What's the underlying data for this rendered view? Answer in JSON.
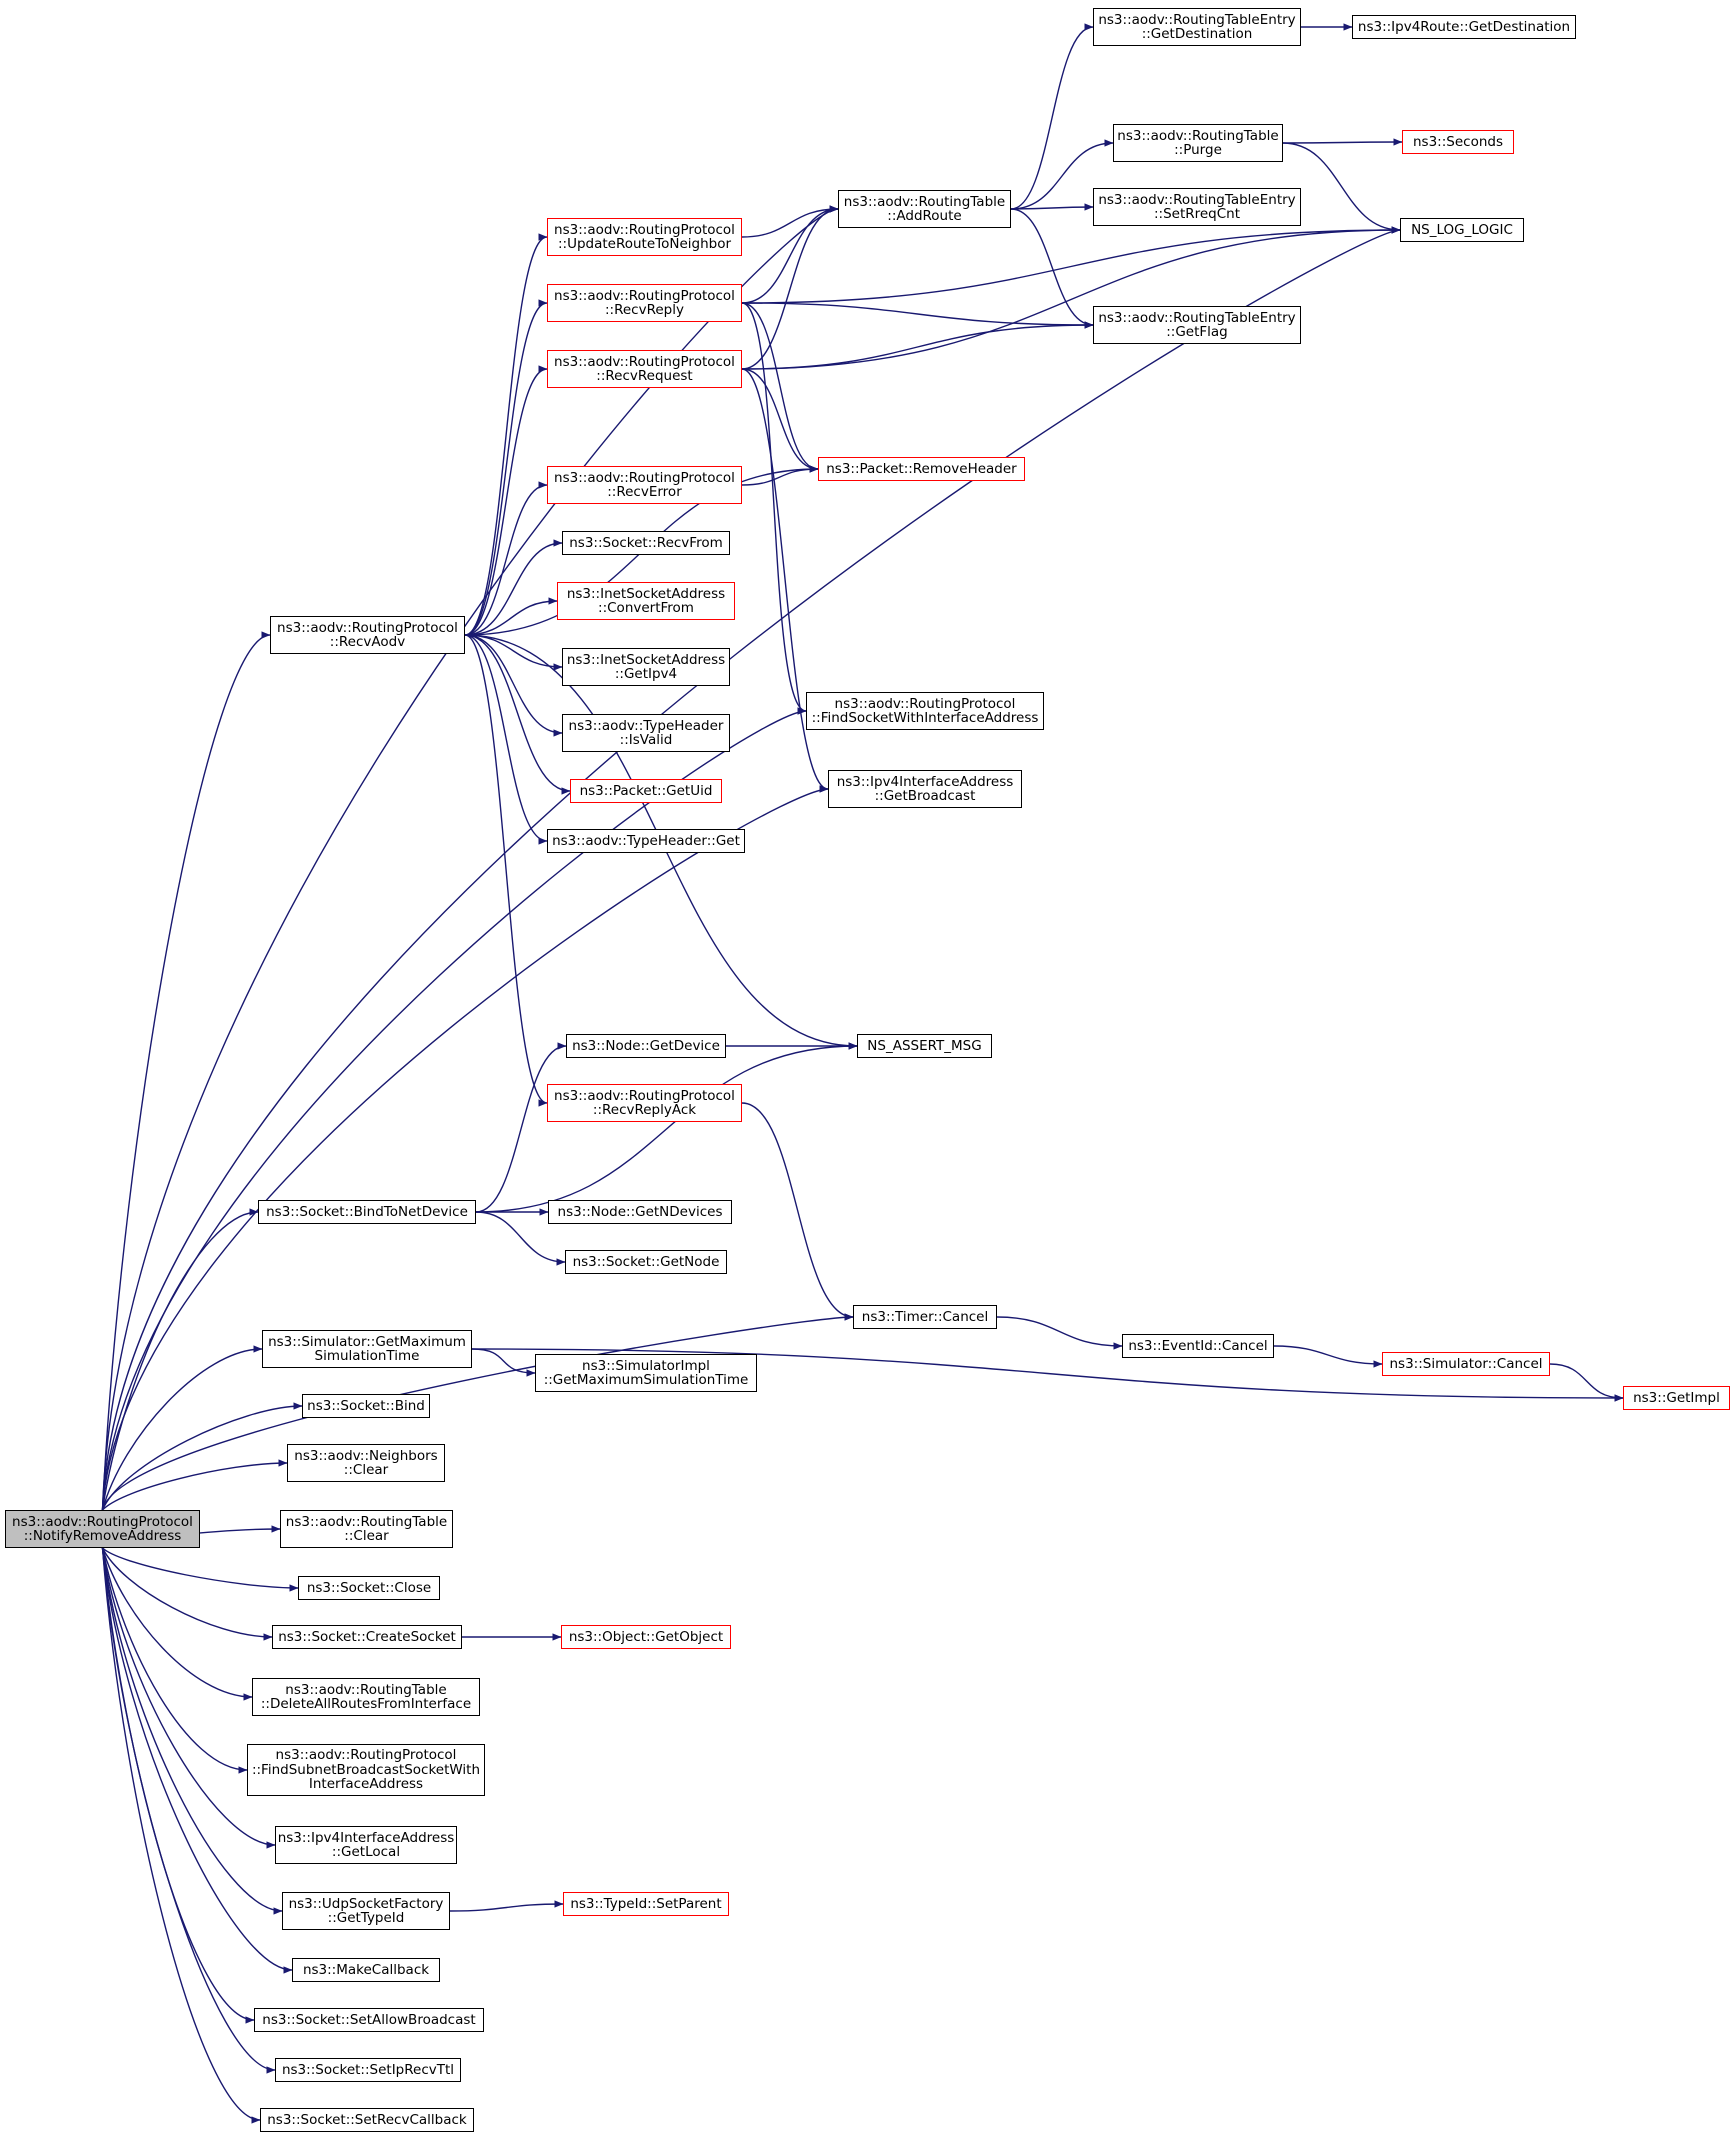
{
  "graph": {
    "colors": {
      "edge": "#191970",
      "border": "#000000",
      "incomplete_border": "#ff0000",
      "root_fill": "#bfbfbf",
      "background": "#ffffff"
    },
    "nodes": [
      {
        "id": "root",
        "lines": [
          "ns3::aodv::RoutingProtocol",
          "::NotifyRemoveAddress"
        ],
        "style": "root"
      },
      {
        "id": "recvAodv",
        "lines": [
          "ns3::aodv::RoutingProtocol",
          "::RecvAodv"
        ],
        "style": "normal"
      },
      {
        "id": "bindToNetDevice",
        "lines": [
          "ns3::Socket::BindToNetDevice"
        ],
        "style": "normal"
      },
      {
        "id": "getMaxSimTime",
        "lines": [
          "ns3::Simulator::GetMaximum",
          "SimulationTime"
        ],
        "style": "normal"
      },
      {
        "id": "socketBind",
        "lines": [
          "ns3::Socket::Bind"
        ],
        "style": "normal"
      },
      {
        "id": "neighborsClear",
        "lines": [
          "ns3::aodv::Neighbors",
          "::Clear"
        ],
        "style": "normal"
      },
      {
        "id": "routingTableClear",
        "lines": [
          "ns3::aodv::RoutingTable",
          "::Clear"
        ],
        "style": "normal"
      },
      {
        "id": "socketClose",
        "lines": [
          "ns3::Socket::Close"
        ],
        "style": "normal"
      },
      {
        "id": "createSocket",
        "lines": [
          "ns3::Socket::CreateSocket"
        ],
        "style": "normal"
      },
      {
        "id": "deleteAllRoutes",
        "lines": [
          "ns3::aodv::RoutingTable",
          "::DeleteAllRoutesFromInterface"
        ],
        "style": "normal"
      },
      {
        "id": "findSubnet",
        "lines": [
          "ns3::aodv::RoutingProtocol",
          "::FindSubnetBroadcastSocketWith",
          "InterfaceAddress"
        ],
        "style": "normal"
      },
      {
        "id": "getLocal",
        "lines": [
          "ns3::Ipv4InterfaceAddress",
          "::GetLocal"
        ],
        "style": "normal"
      },
      {
        "id": "udpGetTypeId",
        "lines": [
          "ns3::UdpSocketFactory",
          "::GetTypeId"
        ],
        "style": "normal"
      },
      {
        "id": "makeCallback",
        "lines": [
          "ns3::MakeCallback"
        ],
        "style": "normal"
      },
      {
        "id": "setAllowBroadcast",
        "lines": [
          "ns3::Socket::SetAllowBroadcast"
        ],
        "style": "normal"
      },
      {
        "id": "setIpRecvTtl",
        "lines": [
          "ns3::Socket::SetIpRecvTtl"
        ],
        "style": "normal"
      },
      {
        "id": "setRecvCallback",
        "lines": [
          "ns3::Socket::SetRecvCallback"
        ],
        "style": "normal"
      },
      {
        "id": "updateRoute",
        "lines": [
          "ns3::aodv::RoutingProtocol",
          "::UpdateRouteToNeighbor"
        ],
        "style": "incomplete"
      },
      {
        "id": "recvReply",
        "lines": [
          "ns3::aodv::RoutingProtocol",
          "::RecvReply"
        ],
        "style": "incomplete"
      },
      {
        "id": "recvRequest",
        "lines": [
          "ns3::aodv::RoutingProtocol",
          "::RecvRequest"
        ],
        "style": "incomplete"
      },
      {
        "id": "recvError",
        "lines": [
          "ns3::aodv::RoutingProtocol",
          "::RecvError"
        ],
        "style": "incomplete"
      },
      {
        "id": "recvFrom",
        "lines": [
          "ns3::Socket::RecvFrom"
        ],
        "style": "normal"
      },
      {
        "id": "convertFrom",
        "lines": [
          "ns3::InetSocketAddress",
          "::ConvertFrom"
        ],
        "style": "incomplete"
      },
      {
        "id": "getIpv4",
        "lines": [
          "ns3::InetSocketAddress",
          "::GetIpv4"
        ],
        "style": "normal"
      },
      {
        "id": "isValid",
        "lines": [
          "ns3::aodv::TypeHeader",
          "::IsValid"
        ],
        "style": "normal"
      },
      {
        "id": "getUid",
        "lines": [
          "ns3::Packet::GetUid"
        ],
        "style": "incomplete"
      },
      {
        "id": "typeHeaderGet",
        "lines": [
          "ns3::aodv::TypeHeader::Get"
        ],
        "style": "normal"
      },
      {
        "id": "nodeGetDevice",
        "lines": [
          "ns3::Node::GetDevice"
        ],
        "style": "normal"
      },
      {
        "id": "recvReplyAck",
        "lines": [
          "ns3::aodv::RoutingProtocol",
          "::RecvReplyAck"
        ],
        "style": "incomplete"
      },
      {
        "id": "getNDevices",
        "lines": [
          "ns3::Node::GetNDevices"
        ],
        "style": "normal"
      },
      {
        "id": "socketGetNode",
        "lines": [
          "ns3::Socket::GetNode"
        ],
        "style": "normal"
      },
      {
        "id": "simImplGetMax",
        "lines": [
          "ns3::SimulatorImpl",
          "::GetMaximumSimulationTime"
        ],
        "style": "normal"
      },
      {
        "id": "getObject",
        "lines": [
          "ns3::Object::GetObject"
        ],
        "style": "incomplete"
      },
      {
        "id": "setParent",
        "lines": [
          "ns3::TypeId::SetParent"
        ],
        "style": "incomplete"
      },
      {
        "id": "addRoute",
        "lines": [
          "ns3::aodv::RoutingTable",
          "::AddRoute"
        ],
        "style": "normal"
      },
      {
        "id": "removeHeader",
        "lines": [
          "ns3::Packet::RemoveHeader"
        ],
        "style": "incomplete"
      },
      {
        "id": "findSocket",
        "lines": [
          "ns3::aodv::RoutingProtocol",
          "::FindSocketWithInterfaceAddress"
        ],
        "style": "normal"
      },
      {
        "id": "getBroadcast",
        "lines": [
          "ns3::Ipv4InterfaceAddress",
          "::GetBroadcast"
        ],
        "style": "normal"
      },
      {
        "id": "nsAssertMsg",
        "lines": [
          "NS_ASSERT_MSG"
        ],
        "style": "normal"
      },
      {
        "id": "timerCancel",
        "lines": [
          "ns3::Timer::Cancel"
        ],
        "style": "normal"
      },
      {
        "id": "rteGetDestination",
        "lines": [
          "ns3::aodv::RoutingTableEntry",
          "::GetDestination"
        ],
        "style": "normal"
      },
      {
        "id": "rtPurge",
        "lines": [
          "ns3::aodv::RoutingTable",
          "::Purge"
        ],
        "style": "normal"
      },
      {
        "id": "setRreqCnt",
        "lines": [
          "ns3::aodv::RoutingTableEntry",
          "::SetRreqCnt"
        ],
        "style": "normal"
      },
      {
        "id": "getFlag",
        "lines": [
          "ns3::aodv::RoutingTableEntry",
          "::GetFlag"
        ],
        "style": "normal"
      },
      {
        "id": "eventIdCancel",
        "lines": [
          "ns3::EventId::Cancel"
        ],
        "style": "normal"
      },
      {
        "id": "ipv4RouteGetDest",
        "lines": [
          "ns3::Ipv4Route::GetDestination"
        ],
        "style": "normal"
      },
      {
        "id": "seconds",
        "lines": [
          "ns3::Seconds"
        ],
        "style": "incomplete"
      },
      {
        "id": "nsLogLogic",
        "lines": [
          "NS_LOG_LOGIC"
        ],
        "style": "normal"
      },
      {
        "id": "simulatorCancel",
        "lines": [
          "ns3::Simulator::Cancel"
        ],
        "style": "incomplete"
      },
      {
        "id": "getImpl",
        "lines": [
          "ns3::GetImpl"
        ],
        "style": "incomplete"
      }
    ],
    "edges": [
      [
        "root",
        "recvAodv"
      ],
      [
        "root",
        "bindToNetDevice"
      ],
      [
        "root",
        "getMaxSimTime"
      ],
      [
        "root",
        "socketBind"
      ],
      [
        "root",
        "neighborsClear"
      ],
      [
        "root",
        "routingTableClear"
      ],
      [
        "root",
        "socketClose"
      ],
      [
        "root",
        "createSocket"
      ],
      [
        "root",
        "deleteAllRoutes"
      ],
      [
        "root",
        "findSubnet"
      ],
      [
        "root",
        "getLocal"
      ],
      [
        "root",
        "udpGetTypeId"
      ],
      [
        "root",
        "makeCallback"
      ],
      [
        "root",
        "setAllowBroadcast"
      ],
      [
        "root",
        "setIpRecvTtl"
      ],
      [
        "root",
        "setRecvCallback"
      ],
      [
        "root",
        "addRoute"
      ],
      [
        "root",
        "nsLogLogic"
      ],
      [
        "root",
        "findSocket"
      ],
      [
        "root",
        "getBroadcast"
      ],
      [
        "root",
        "timerCancel"
      ],
      [
        "recvAodv",
        "updateRoute"
      ],
      [
        "recvAodv",
        "recvReply"
      ],
      [
        "recvAodv",
        "recvRequest"
      ],
      [
        "recvAodv",
        "removeHeader"
      ],
      [
        "recvAodv",
        "recvError"
      ],
      [
        "recvAodv",
        "recvFrom"
      ],
      [
        "recvAodv",
        "convertFrom"
      ],
      [
        "recvAodv",
        "getIpv4"
      ],
      [
        "recvAodv",
        "isValid"
      ],
      [
        "recvAodv",
        "getUid"
      ],
      [
        "recvAodv",
        "typeHeaderGet"
      ],
      [
        "recvAodv",
        "nsAssertMsg"
      ],
      [
        "recvAodv",
        "recvReplyAck"
      ],
      [
        "updateRoute",
        "addRoute"
      ],
      [
        "recvReply",
        "addRoute"
      ],
      [
        "recvReply",
        "nsLogLogic"
      ],
      [
        "recvReply",
        "getFlag"
      ],
      [
        "recvReply",
        "removeHeader"
      ],
      [
        "recvReply",
        "findSocket"
      ],
      [
        "recvRequest",
        "addRoute"
      ],
      [
        "recvRequest",
        "getFlag"
      ],
      [
        "recvRequest",
        "nsLogLogic"
      ],
      [
        "recvRequest",
        "removeHeader"
      ],
      [
        "recvRequest",
        "getBroadcast"
      ],
      [
        "recvError",
        "removeHeader"
      ],
      [
        "addRoute",
        "rteGetDestination"
      ],
      [
        "addRoute",
        "rtPurge"
      ],
      [
        "addRoute",
        "setRreqCnt"
      ],
      [
        "addRoute",
        "getFlag"
      ],
      [
        "rteGetDestination",
        "ipv4RouteGetDest"
      ],
      [
        "rtPurge",
        "seconds"
      ],
      [
        "rtPurge",
        "nsLogLogic"
      ],
      [
        "recvReplyAck",
        "timerCancel"
      ],
      [
        "bindToNetDevice",
        "nodeGetDevice"
      ],
      [
        "bindToNetDevice",
        "nsAssertMsg"
      ],
      [
        "bindToNetDevice",
        "getNDevices"
      ],
      [
        "bindToNetDevice",
        "socketGetNode"
      ],
      [
        "nodeGetDevice",
        "nsAssertMsg"
      ],
      [
        "getMaxSimTime",
        "simImplGetMax"
      ],
      [
        "getMaxSimTime",
        "getImpl"
      ],
      [
        "timerCancel",
        "eventIdCancel"
      ],
      [
        "eventIdCancel",
        "simulatorCancel"
      ],
      [
        "simulatorCancel",
        "getImpl"
      ],
      [
        "createSocket",
        "getObject"
      ],
      [
        "udpGetTypeId",
        "setParent"
      ]
    ]
  }
}
